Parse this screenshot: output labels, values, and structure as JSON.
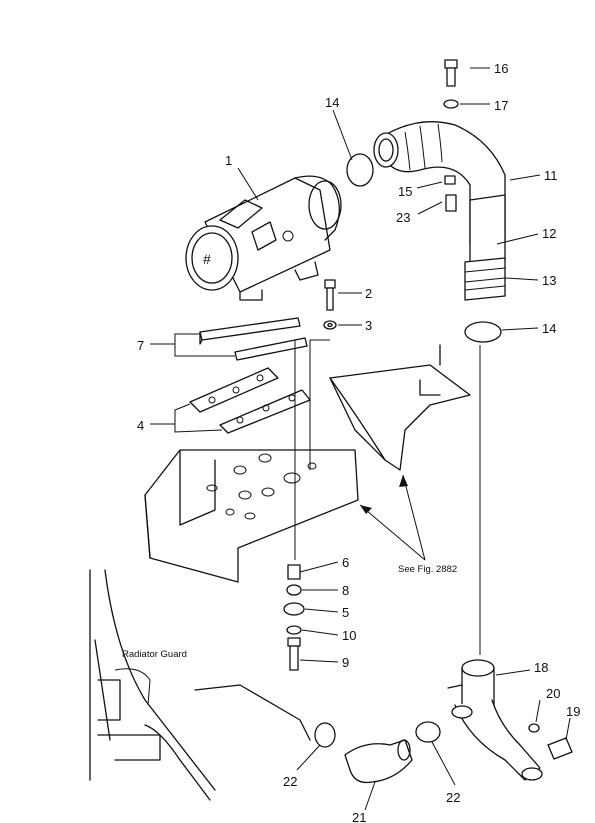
{
  "callouts": [
    "1",
    "2",
    "3",
    "4",
    "5",
    "6",
    "7",
    "8",
    "9",
    "10",
    "11",
    "12",
    "13",
    "14",
    "14",
    "15",
    "16",
    "17",
    "18",
    "19",
    "20",
    "21",
    "22",
    "22",
    "23"
  ],
  "notes": {
    "see_fig": "See Fig. 2882",
    "radiator_guard": "Radiator Guard"
  }
}
